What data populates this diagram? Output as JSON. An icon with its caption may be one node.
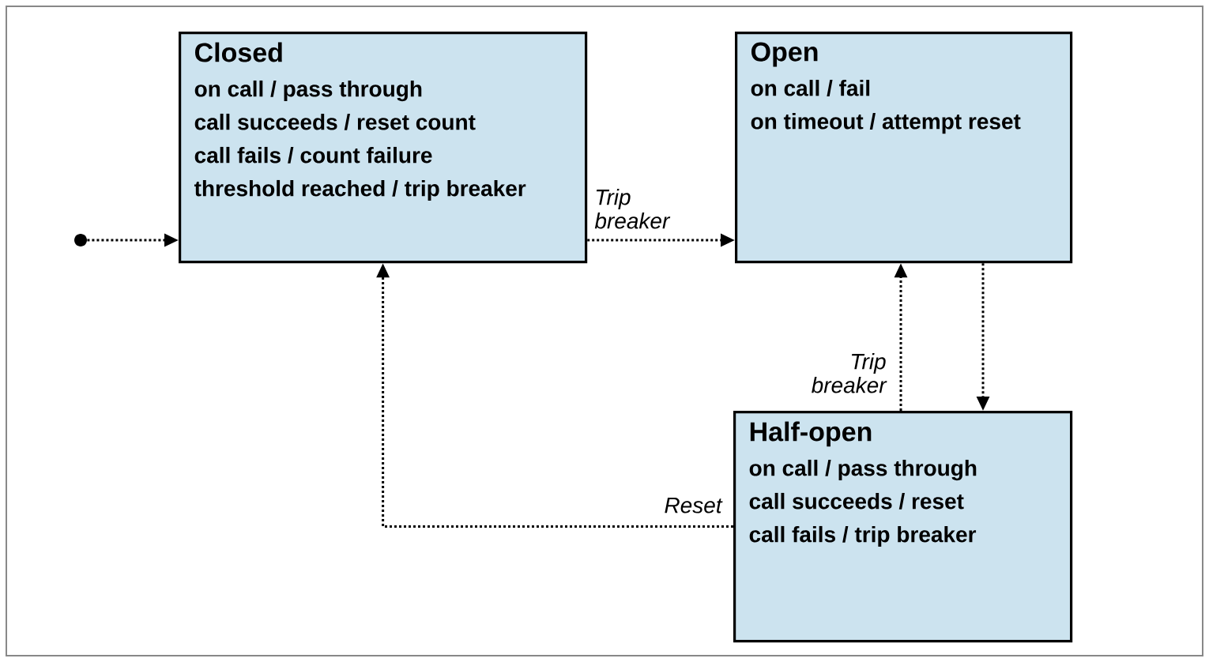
{
  "diagram": {
    "nodes": [
      {
        "text": [],
        "shape": "circle"
      },
      {
        "text": [
          "Closed",
          "on call / pass through",
          "call succeeds / reset count",
          "call fails / count failure",
          "threshold reached / trip breaker"
        ]
      },
      {
        "text": [
          "Open",
          "on call / fail",
          "on timeout / attempt reset"
        ]
      },
      {
        "text": [
          "Half-open",
          "on call / pass through",
          "call succeeds / reset",
          "call fails / trip breaker"
        ]
      }
    ],
    "edges": [
      {
        "from": 0,
        "to": 1,
        "arrow": "to"
      },
      {
        "from": 1,
        "to": 2,
        "arrow": "to",
        "label": "Trip breaker"
      },
      {
        "from": 3,
        "to": 2,
        "arrow": "to",
        "label": "Trip breaker"
      },
      {
        "from": 2,
        "to": 3,
        "arrow": "to"
      },
      {
        "from": 3,
        "to": 1,
        "arrow": "to",
        "label": "Reset"
      }
    ]
  }
}
